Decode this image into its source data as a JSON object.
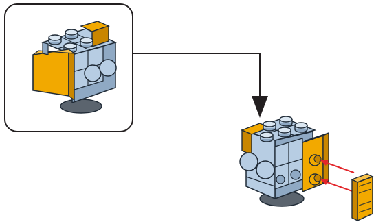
{
  "colors": {
    "background": "#ffffff",
    "frame_stroke": "#231f20",
    "brick_light_blue": "#b7cde3",
    "brick_light_blue_dark": "#8fa9c4",
    "brick_orange": "#f2a900",
    "brick_orange_dark": "#c98600",
    "outline": "#1f2a36",
    "base_gray": "#5b646e",
    "insertion_arrow": "#e3262b",
    "connector_line": "#231f20"
  },
  "icons": {
    "callout_frame": "rounded-rect-callout",
    "step_arrow": "down-pointing-arrowhead",
    "insertion_arrows": "red-double-arrow"
  }
}
